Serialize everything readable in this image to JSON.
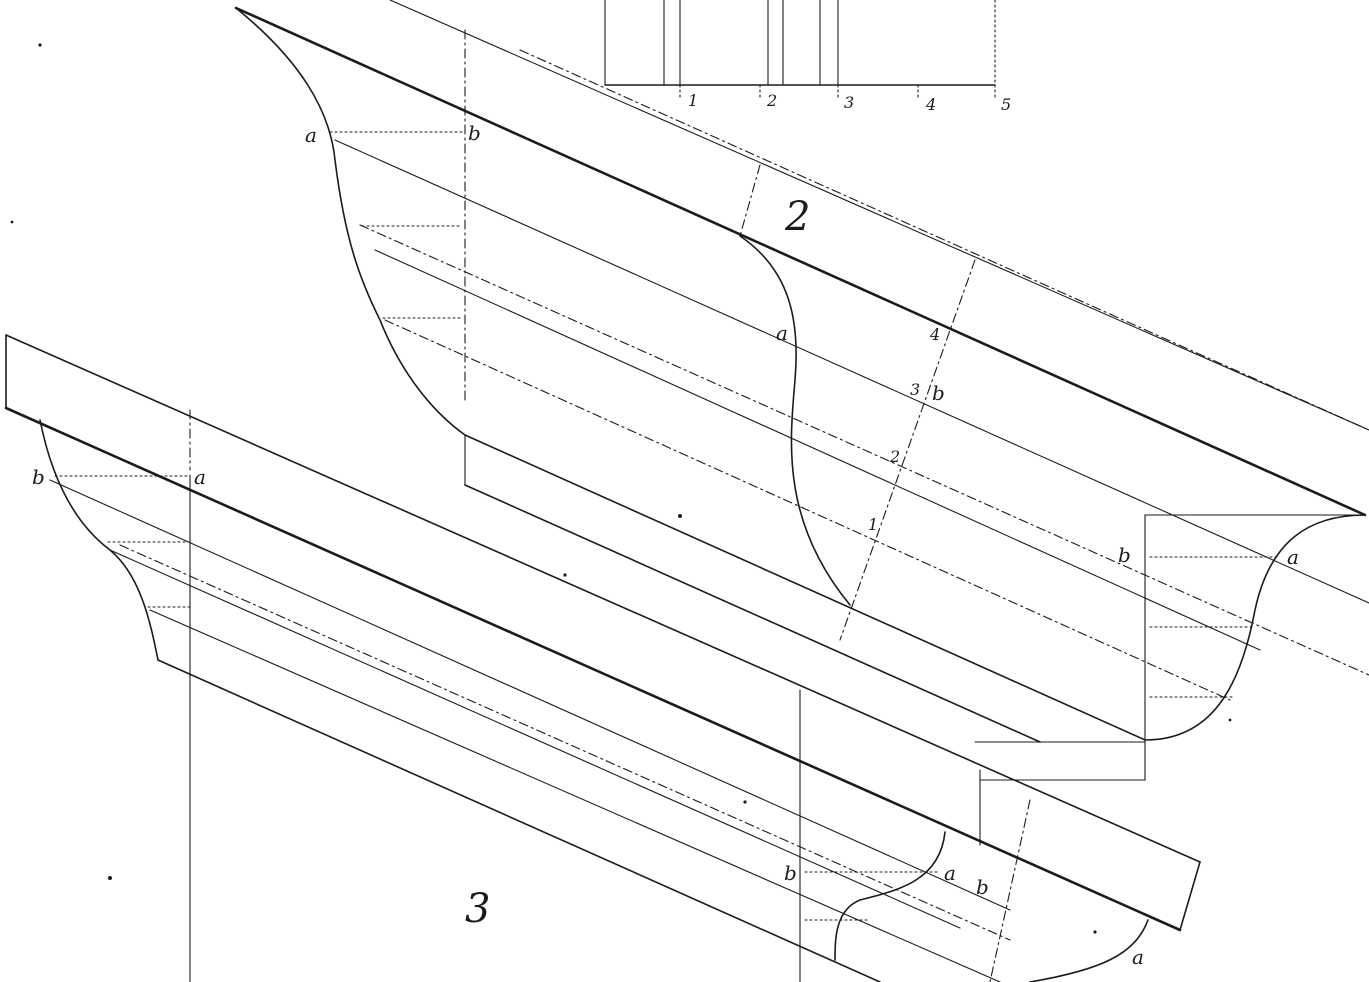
{
  "figure_numbers": {
    "fig2": "2",
    "fig3": "3"
  },
  "top_scale": {
    "marks": [
      "1",
      "2",
      "3",
      "4",
      "5"
    ]
  },
  "fig2_labels": {
    "a_left": "a",
    "b_left": "b",
    "a_mid": "a",
    "n4": "4",
    "n3": "3",
    "b_mid": "b",
    "n2": "2",
    "n1": "1",
    "b_right": "b",
    "a_right": "a"
  },
  "fig3_labels": {
    "b_left": "b",
    "a_left": "a",
    "b_low": "b",
    "a_low": "a",
    "b_low2": "b",
    "a_low2": "a"
  }
}
